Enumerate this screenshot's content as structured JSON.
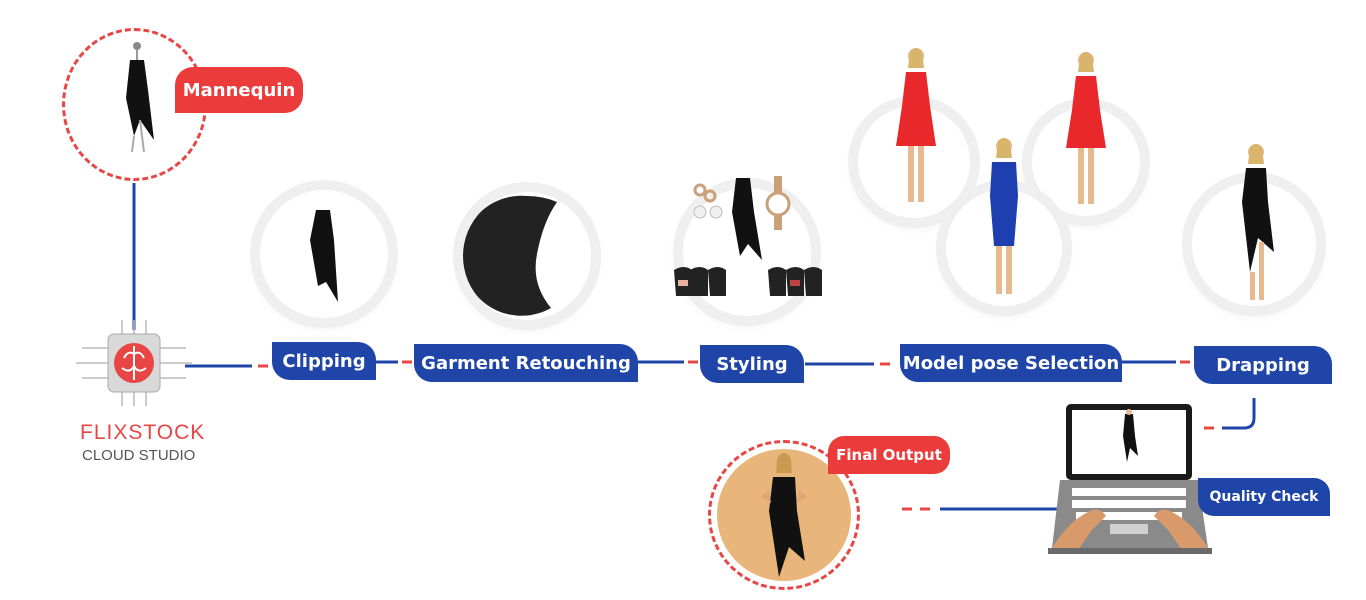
{
  "steps": {
    "mannequin": "Mannequin",
    "clipping": "Clipping",
    "retouching": "Garment Retouching",
    "styling": "Styling",
    "model_pose": "Model pose Selection",
    "drapping": "Drapping",
    "quality_check": "Quality Check",
    "final_output": "Final Output"
  },
  "logo": {
    "brand": "FLIXSTOCK",
    "sub": "CLOUD STUDIO"
  },
  "colors": {
    "blue": "#1f45a8",
    "red": "#ec3b3b",
    "final_bg": "#e8b67a"
  }
}
